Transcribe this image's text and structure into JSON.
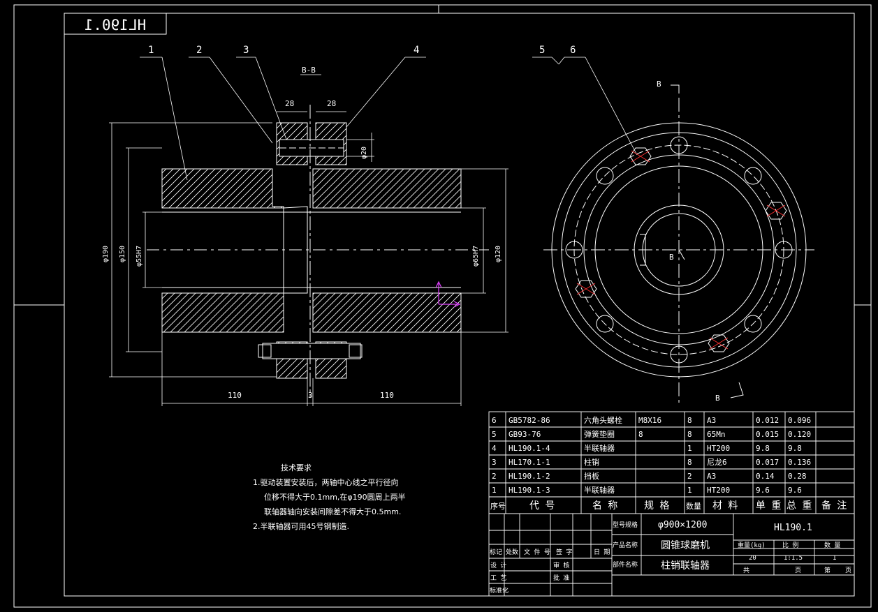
{
  "drawing": {
    "code_stamp": "HL190.1",
    "section_label": "B-B",
    "leaders": [
      "1",
      "2",
      "3",
      "4",
      "5",
      "6"
    ],
    "dims": {
      "w28a": "28",
      "w28b": "28",
      "d20": "φ20",
      "d190": "φ190",
      "d150": "φ150",
      "d55": "φ55H7",
      "d65": "φ65H7",
      "d120": "φ120",
      "len_left": "110",
      "gap": "3",
      "len_right": "110"
    },
    "section_marks": {
      "top": "B",
      "center": "B",
      "bottom": "B"
    }
  },
  "notes": {
    "title": "技术要求",
    "lines": [
      "1.驱动装置安装后，两轴中心线之平行径向",
      "位移不得大于0.1mm,在φ190圆周上两半",
      "联轴器轴向安装间隙差不得大于0.5mm.",
      "2.半联轴器可用45号钢制造."
    ]
  },
  "parts_table": {
    "rows": [
      {
        "no": "6",
        "code": "GB5782-86",
        "name": "六角头螺栓",
        "spec": "M8X16",
        "qty": "8",
        "material": "A3",
        "unit_w": "0.012",
        "total_w": "0.096",
        "remark": ""
      },
      {
        "no": "5",
        "code": "GB93-76",
        "name": "弹簧垫圈",
        "spec": "8",
        "qty": "8",
        "material": "65Mn",
        "unit_w": "0.015",
        "total_w": "0.120",
        "remark": ""
      },
      {
        "no": "4",
        "code": "HL190.1-4",
        "name": "半联轴器",
        "spec": "",
        "qty": "1",
        "material": "HT200",
        "unit_w": "9.8",
        "total_w": "9.8",
        "remark": ""
      },
      {
        "no": "3",
        "code": "HL170.1-1",
        "name": "柱销",
        "spec": "",
        "qty": "8",
        "material": "尼龙6",
        "unit_w": "0.017",
        "total_w": "0.136",
        "remark": ""
      },
      {
        "no": "2",
        "code": "HL190.1-2",
        "name": "挡板",
        "spec": "",
        "qty": "2",
        "material": "A3",
        "unit_w": "0.14",
        "total_w": "0.28",
        "remark": ""
      },
      {
        "no": "1",
        "code": "HL190.1-3",
        "name": "半联轴器",
        "spec": "",
        "qty": "1",
        "material": "HT200",
        "unit_w": "9.6",
        "total_w": "9.6",
        "remark": ""
      }
    ],
    "header": [
      "序号",
      "代 号",
      "名 称",
      "规 格",
      "数量",
      "材 料",
      "单 重",
      "总 重",
      "备 注"
    ]
  },
  "title_block": {
    "model_label": "型号规格",
    "model_value": "φ900×1200",
    "product_label": "产品名称",
    "product_value": "圆锥球磨机",
    "part_label": "部件名称",
    "part_value": "柱销联轴器",
    "drawing_no": "HL190.1",
    "weight_label": "重量(kg)",
    "scale_label": "比 例",
    "count_label": "数 量",
    "weight_value": "20",
    "scale_value": "1:1.5",
    "count_value": "1",
    "sheets": [
      "共",
      "页",
      "第",
      "页"
    ],
    "rev_headers": [
      "标记",
      "处数",
      "文 件 号",
      "签 字",
      "日 期"
    ],
    "sign_rows": [
      "设 计",
      "审 核",
      "工 艺",
      "批 准",
      "标准化"
    ]
  }
}
